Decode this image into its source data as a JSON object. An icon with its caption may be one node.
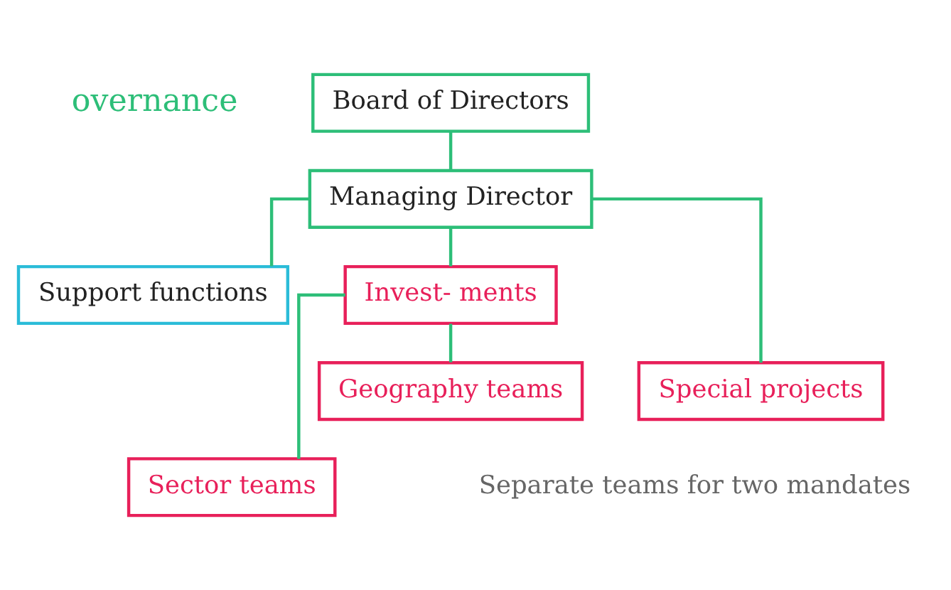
{
  "diagram": {
    "nodes": [
      {
        "text": [
          "Board of Directors"
        ]
      },
      {
        "text": [
          "Managing Director"
        ]
      },
      {
        "text": [
          "Support functions"
        ]
      },
      {
        "text": [
          "Invest- ments"
        ]
      },
      {
        "text": [
          "Special projects"
        ]
      },
      {
        "text": [
          "Sector teams"
        ]
      },
      {
        "text": [
          "Geography teams"
        ]
      }
    ],
    "edges": [
      {
        "from": 0,
        "to": 1,
        "arrow": "none"
      },
      {
        "from": 1,
        "to": 2,
        "arrow": "none"
      },
      {
        "from": 1,
        "to": 3,
        "arrow": "none"
      },
      {
        "from": 1,
        "to": 4,
        "arrow": "none"
      },
      {
        "from": 3,
        "to": 5,
        "arrow": "none"
      },
      {
        "from": 3,
        "to": 6,
        "arrow": "none"
      }
    ],
    "labels": [
      "overnance",
      "Separate teams for two mandates"
    ]
  }
}
